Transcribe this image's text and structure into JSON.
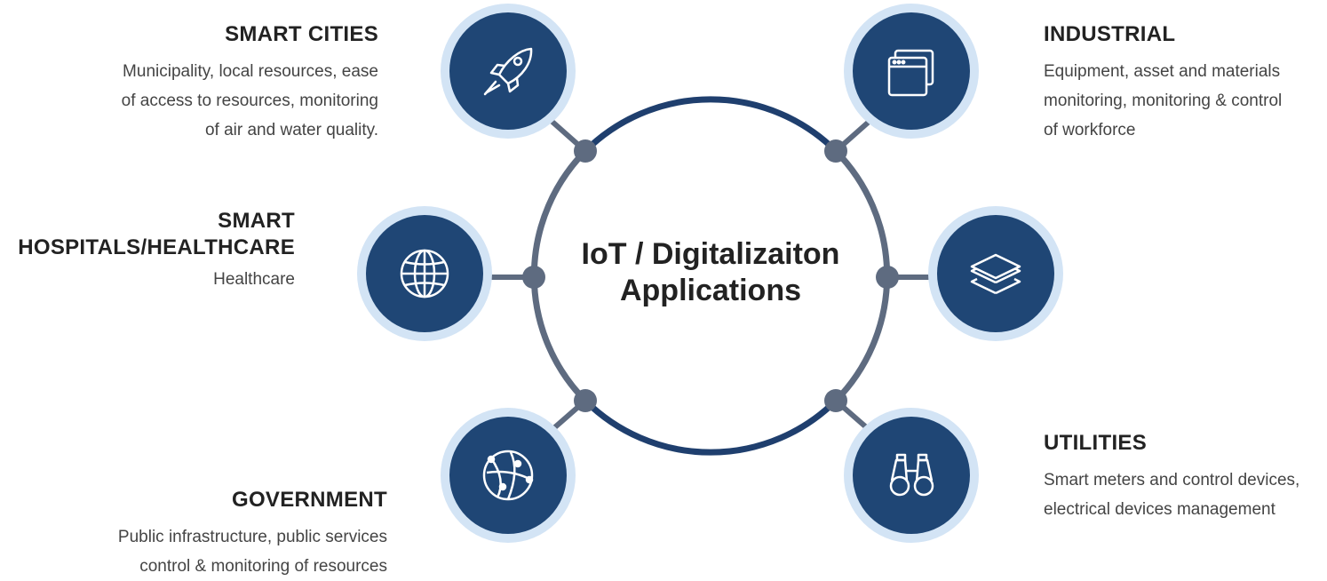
{
  "center": {
    "line1": "IoT / Digitalizaiton",
    "line2": "Applications"
  },
  "nodes": [
    {
      "icon": "rocket-icon"
    },
    {
      "icon": "browser-windows-icon"
    },
    {
      "icon": "globe-icon"
    },
    {
      "icon": "layers-icon"
    },
    {
      "icon": "network-globe-icon"
    },
    {
      "icon": "binoculars-icon"
    }
  ],
  "blocks": {
    "smart_cities": {
      "title": "SMART CITIES",
      "desc1": "Municipality, local resources, ease",
      "desc2": "of access to resources, monitoring",
      "desc3": "of air and water quality."
    },
    "industrial": {
      "title": "INDUSTRIAL",
      "desc1": "Equipment, asset and materials",
      "desc2": "monitoring, monitoring & control",
      "desc3": "of workforce"
    },
    "hospitals": {
      "title1": "SMART",
      "title2": "HOSPITALS/HEALTHCARE",
      "desc": "Healthcare"
    },
    "government": {
      "title": "GOVERNMENT",
      "desc1": "Public infrastructure, public services",
      "desc2": "control & monitoring of resources"
    },
    "utilities": {
      "title": "UTILITIES",
      "desc1": "Smart meters and control devices,",
      "desc2": "electrical devices management"
    }
  },
  "colors": {
    "ring_dark": "#1f3f6e",
    "ring_gray": "#5e6b80",
    "node_fill": "#1f4675",
    "node_halo": "#d3e4f5",
    "connector": "#5e6b80"
  }
}
